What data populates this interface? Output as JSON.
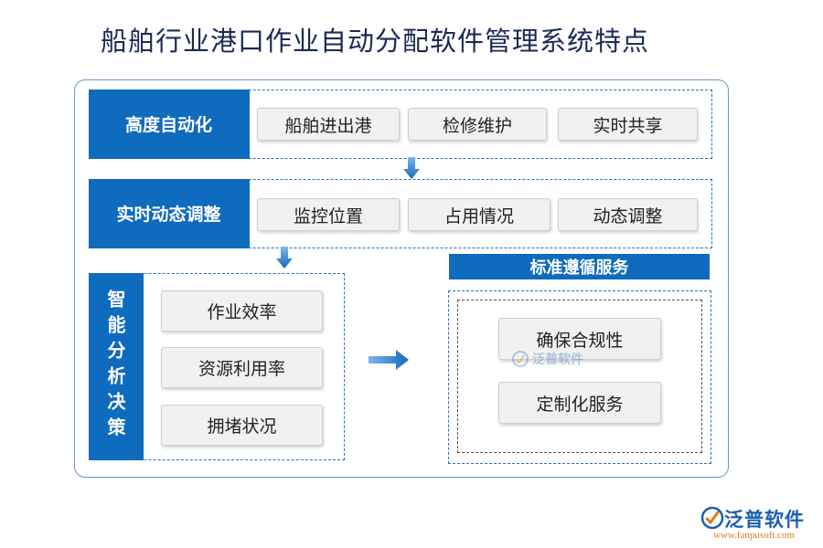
{
  "title": "船舶行业港口作业自动分配软件管理系统特点",
  "rows": [
    {
      "label": "高度自动化",
      "items": [
        "船舶进出港",
        "检修维护",
        "实时共享"
      ]
    },
    {
      "label": "实时动态调整",
      "items": [
        "监控位置",
        "占用情况",
        "动态调整"
      ]
    }
  ],
  "analysis": {
    "label": "智能分析决策",
    "items": [
      "作业效率",
      "资源利用率",
      "拥堵状况"
    ]
  },
  "standard": {
    "title": "标准遵循服务",
    "items": [
      "确保合规性",
      "定制化服务"
    ]
  },
  "watermark": {
    "text": "泛普软件"
  },
  "logo": {
    "brand": "泛普软件",
    "url": "www.fanpusoft.com"
  },
  "colors": {
    "primary": "#0f6bbd",
    "title": "#1b2a55",
    "accent": "#e07b1a"
  }
}
